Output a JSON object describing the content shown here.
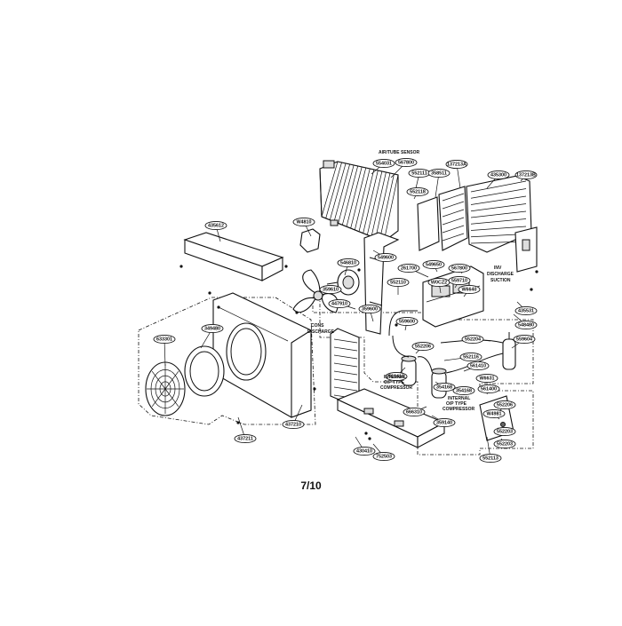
{
  "page_number": "7/10",
  "notes": {
    "airtube_sensor": "AIR/TUBE SENSOR",
    "cond_discharge": [
      "CONS",
      "DISCHARGE"
    ],
    "inv_discharge": [
      "INV",
      "DISCHARGE",
      "SUCTION"
    ],
    "internal_compressor_left": [
      "INTERNAL",
      "O/P TYPE",
      "COMPRESSOR"
    ],
    "internal_compressor_right": [
      "INTERNAL",
      "O/P TYPE",
      "COMPRESSOR"
    ]
  },
  "part_labels": [
    "554031",
    "567800",
    "552111",
    "358511",
    "137213A",
    "435300",
    "137213B",
    "552118",
    "W4810",
    "435612",
    "546810",
    "359610",
    "549600",
    "261700",
    "549650",
    "567800",
    "W0CZ2",
    "559710",
    "W6640",
    "552110",
    "447910",
    "359600",
    "435531",
    "548480",
    "349480",
    "633301",
    "559600",
    "552204",
    "559604",
    "552206",
    "552116",
    "561410",
    "561410",
    "W6631",
    "354168",
    "354168",
    "666310",
    "561400",
    "552206",
    "W4981",
    "552203",
    "552203",
    "437210",
    "437211",
    "430410",
    "752503",
    "359140",
    "552113"
  ]
}
